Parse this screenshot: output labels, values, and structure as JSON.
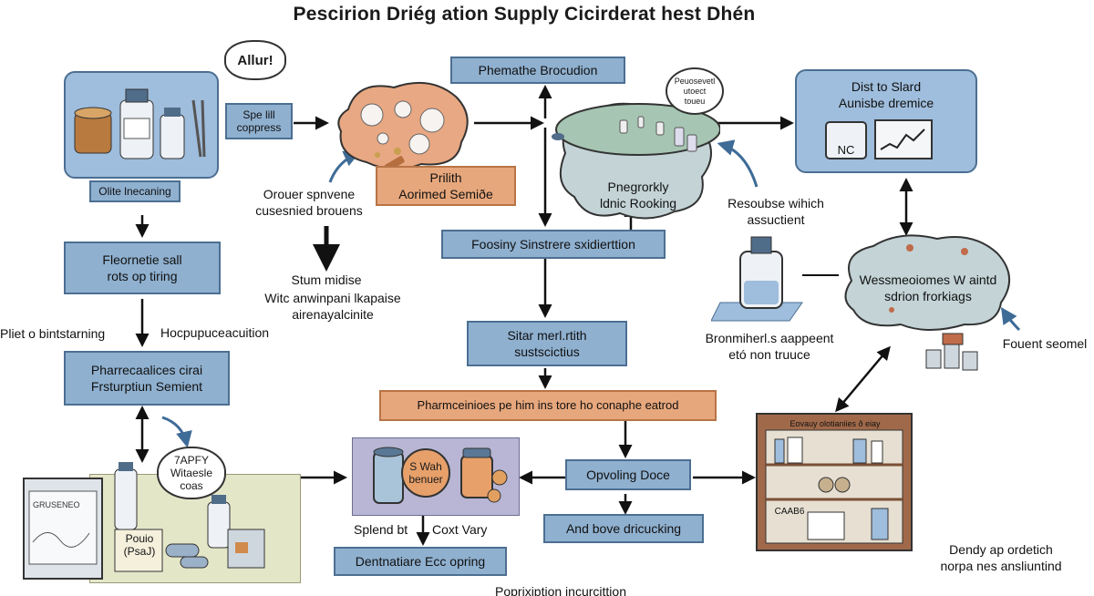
{
  "title": "Pescirion Driég ation Supply Cicirderat hest Dhén",
  "callout_top_left": "Allur!",
  "box_spe_lill": "Spe lill\ncoppress",
  "box_olite": "Olite lnecaning",
  "box_fleornetie": "Fleornetie sall\nrots op tiring",
  "label_pliet": "Pliet o bintstarning",
  "label_hoc": "Hocpupuceacuition",
  "box_pharmecalices": "Pharrecaalices cirai\nFrsturptiun Semient",
  "bubble_7apfy": "7APFY\nWitaesle\ncoas",
  "label_pouio": "Pouio\n(PsaJ)",
  "label_orouer": "Orouer spnvene\ncusesnied brouens",
  "label_stum": "Stum midise",
  "label_wite": "Witc anwinpani lkapaise\nairenayalcinite",
  "box_prilith": "Prilith\nAorimed Semiðe",
  "box_phemathe": "Phemathe Brocudion",
  "bubble_cloud": "Peuosevetl\nutoect\ntoueu",
  "label_pnegrorkly": "Pnegrorkly\nldnic Rooking",
  "box_foosiny": "Foosiny Sinstrere sxidierttion",
  "box_sitar": "Sitar merl.rtith\nsustscictius",
  "box_pharmceinioes": "Pharmceinioes pe him ins tore ho conaphe eatrod",
  "bubble_swah": "S Wah\nbenuer",
  "label_splend": "Splend bt",
  "label_coxt": "Coxt Vary",
  "box_dentnatiare": "Dentnatiare Ecc opring",
  "label_bottom": "Poprixiption incurcittion",
  "box_opvoling": "Opvoling Doce",
  "box_and_bove": "And bove dricucking",
  "panel_dist": "Dist to Slard\nAunisbe dremice",
  "panel_nc": "NC",
  "label_resoubse": "Resoubse wihich\nassuctient",
  "cloud_wessmeoiomes": "Wessmeoiomes W aintd\nsdrion frorkiags",
  "label_bronmiherl": "Bronmiherl.s aappeent\netó non truuce",
  "label_fouent": "Fouent seomel",
  "shelf_top": "Eovauy olotianiies ð eiay",
  "shelf_caab": "CAAB6",
  "label_dendy": "Dendy ap ordetich\nnorpa nes ansliuntind",
  "board_label": "GRUSENEO",
  "colors": {
    "blue_box": "#8fb0cf",
    "orange_box": "#e7a77c",
    "panel_bg": "#9fbddc",
    "cloud_bg": "#c3d3d6",
    "arrow": "#111111"
  }
}
